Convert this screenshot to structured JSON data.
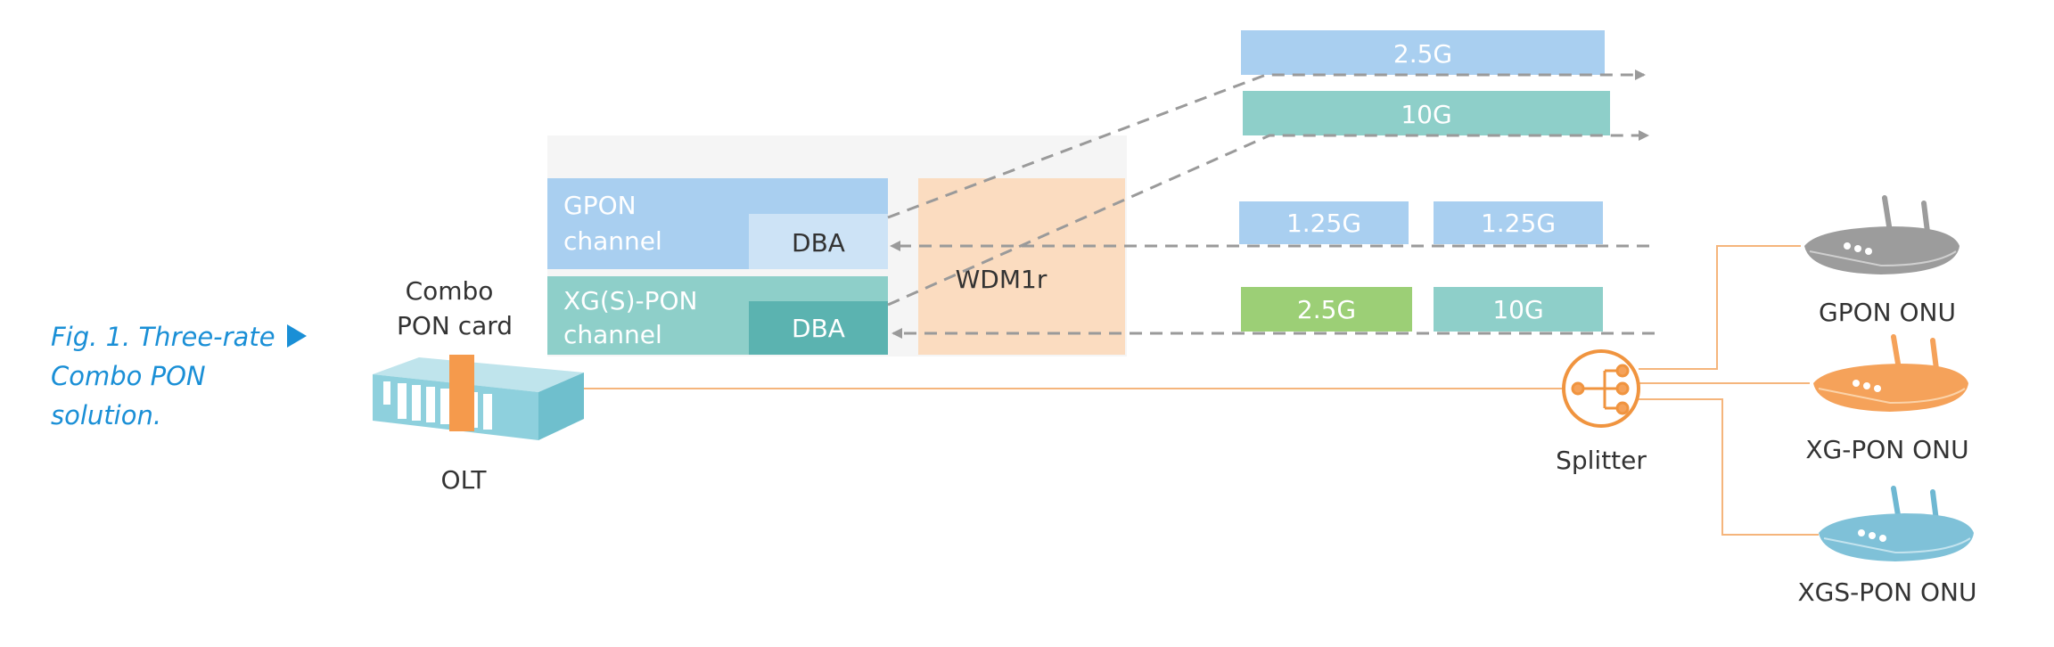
{
  "caption": {
    "lines": [
      "Fig. 1. Three-rate",
      "Combo PON",
      "solution."
    ]
  },
  "olt": {
    "label": "OLT",
    "card_label_lines": [
      "Combo",
      "PON card"
    ]
  },
  "channels": {
    "gpon": {
      "label_lines": [
        "GPON",
        "channel"
      ],
      "dba_label": "DBA"
    },
    "xgs": {
      "label_lines": [
        "XG(S)-PON",
        "channel"
      ],
      "dba_label": "DBA"
    }
  },
  "wdm": {
    "label": "WDM1r"
  },
  "downstream": [
    {
      "label": "2.5G"
    },
    {
      "label": "10G"
    }
  ],
  "upstream": {
    "gpon_row": [
      {
        "label": "1.25G"
      },
      {
        "label": "1.25G"
      }
    ],
    "xg_row": [
      {
        "label": "2.5G"
      },
      {
        "label": "10G"
      }
    ]
  },
  "splitter": {
    "label": "Splitter"
  },
  "onus": [
    {
      "label": "GPON ONU",
      "icon": "router-icon"
    },
    {
      "label": "XG-PON ONU",
      "icon": "router-icon"
    },
    {
      "label": "XGS-PON ONU",
      "icon": "router-icon"
    }
  ],
  "colors": {
    "accent_blue": "#1a8fd6",
    "gpon_blue": "#a9cff0",
    "dba_light": "#cde3f6",
    "teal": "#8ecfc9",
    "teal_dark": "#5bb3b0",
    "peach": "#fbdcc0",
    "green": "#9ccf76",
    "orange": "#f5a25a",
    "gray_onu": "#9c9c9c",
    "arrow_gray": "#9a9a9a",
    "text_dark": "#333333"
  }
}
